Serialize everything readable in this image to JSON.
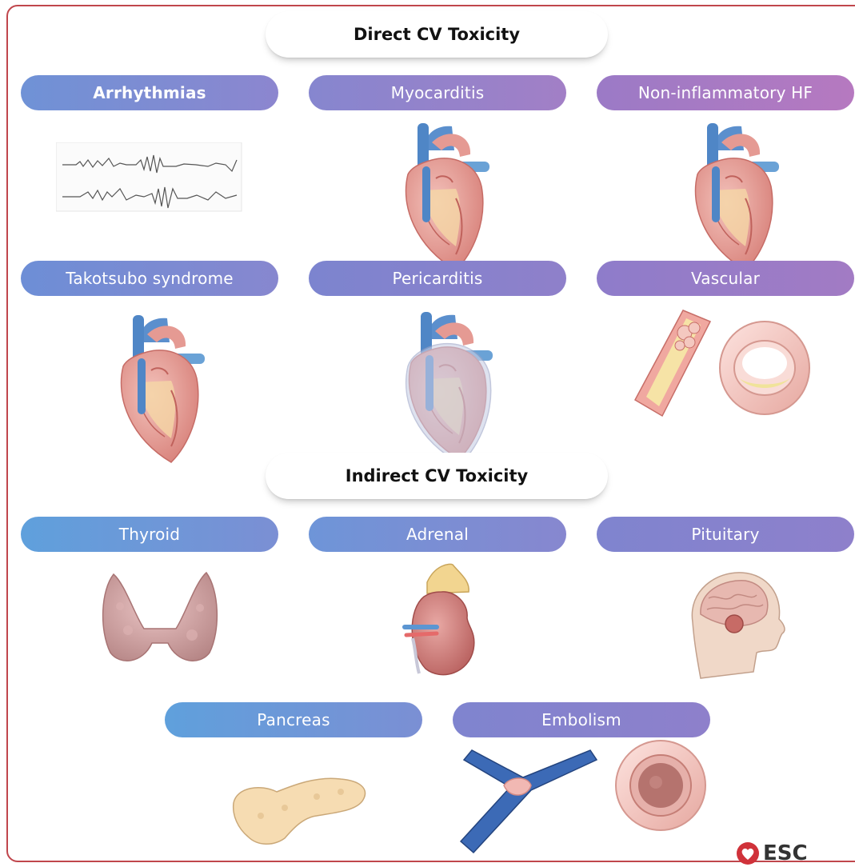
{
  "direct": {
    "title": "Direct CV Toxicity",
    "items": [
      "Arrhythmias",
      "Myocarditis",
      "Non-inflammatory HF",
      "Takotsubo syndrome",
      "Pericarditis",
      "Vascular"
    ]
  },
  "indirect": {
    "title": "Indirect CV Toxicity",
    "items": [
      "Thyroid",
      "Adrenal",
      "Pituitary",
      "Pancreas",
      "Embolism"
    ]
  },
  "logo": {
    "text": "ESC"
  },
  "icons": {
    "arrhythmias": "ecg-strip-icon",
    "myocarditis": "heart-icon",
    "nonInflammatoryHF": "heart-icon",
    "takotsubo": "heart-icon",
    "pericarditis": "heart-pericardium-icon",
    "vascular": "artery-plaque-icon",
    "thyroid": "thyroid-gland-icon",
    "adrenal": "kidney-adrenal-icon",
    "pituitary": "head-brain-icon",
    "pancreas": "pancreas-icon",
    "embolism": "vein-embolus-icon"
  },
  "colors": {
    "frame": "#c0464c",
    "heartPink": "#e8a09a",
    "vesselBlue": "#4f86c6"
  }
}
